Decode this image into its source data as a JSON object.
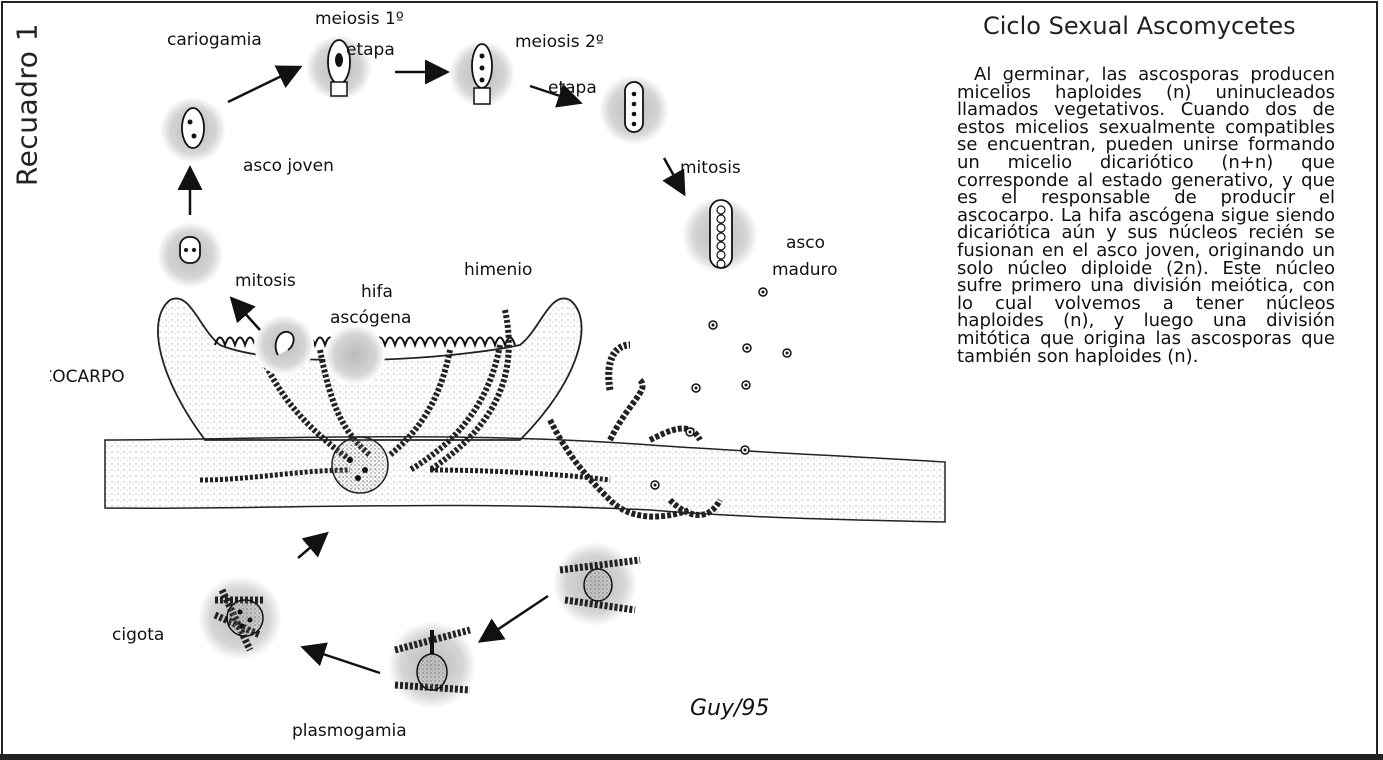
{
  "side_label": "Recuadro 1",
  "title": "Ciclo Sexual Ascomycetes",
  "description": "Al germinar, las ascosporas producen micelios haploides (n) uninucleados llamados vegetativos. Cuando dos de estos micelios sexualmente compatibles se encuentran, pueden unirse formando un micelio dicariótico (n+n) que corresponde al estado generativo, y que es el responsable de producir el ascocarpo. La hifa ascógena sigue siendo dicariótica aún y sus núcleos recién se fusionan en el asco joven, originando un solo núcleo diploide (2n). Este núcleo sufre primero una división meiótica, con lo cual volvemos a tener núcleos haploides (n), y luego una división mitótica que origina las ascosporas que también son haploides (n).",
  "labels": {
    "cariogamia": "cariogamia",
    "meiosis1": "meiosis 1º",
    "etapa1": "etapa",
    "meiosis2": "meiosis 2º",
    "etapa2": "etapa",
    "asco_joven": "asco joven",
    "mitosis_top": "mitosis",
    "asco": "asco",
    "maduro": "maduro",
    "mitosis_left": "mitosis",
    "hifa": "hifa",
    "ascogena": "ascógena",
    "himenio": "himenio",
    "ascocarpo": "ASCOCARPO",
    "cigota": "cigota",
    "plasmogamia": "plasmogamia",
    "signature": "Guy/95"
  }
}
